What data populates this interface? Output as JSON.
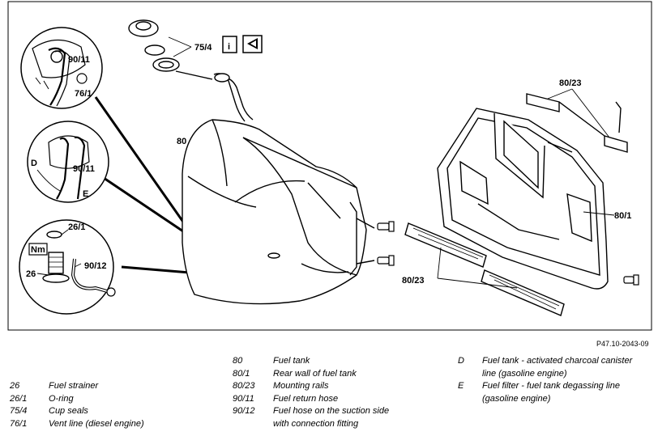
{
  "figure": {
    "callouts": {
      "c75_4": "75/4",
      "c90_11_top": "90/11",
      "c76_1": "76/1",
      "c80": "80",
      "c80_23_top": "80/23",
      "cD": "D",
      "c90_11_mid": "90/11",
      "cE": "E",
      "c80_1": "80/1",
      "c26_1": "26/1",
      "cNm": "Nm",
      "c26": "26",
      "c90_12": "90/12",
      "c80_23_bottom": "80/23"
    },
    "info_icon_letter": "i",
    "reference_id": "P47.10-2043-09"
  },
  "legend": {
    "col1": [
      {
        "code": "26",
        "text": "Fuel strainer"
      },
      {
        "code": "26/1",
        "text": "O-ring"
      },
      {
        "code": "75/4",
        "text": "Cup seals"
      },
      {
        "code": "76/1",
        "text": "Vent line (diesel engine)"
      }
    ],
    "col2": [
      {
        "code": "80",
        "text": "Fuel tank"
      },
      {
        "code": "80/1",
        "text": "Rear wall of fuel tank"
      },
      {
        "code": "80/23",
        "text": "Mounting rails"
      },
      {
        "code": "90/11",
        "text": "Fuel return hose"
      },
      {
        "code": "90/12",
        "text": "Fuel hose on the suction side"
      },
      {
        "code": "",
        "text": "with connection fitting"
      }
    ],
    "col3": [
      {
        "code": "D",
        "text": "Fuel tank - activated charcoal canister line (gasoline engine)"
      },
      {
        "code": "E",
        "text": "Fuel filter - fuel tank degassing line (gasoline engine)"
      }
    ]
  }
}
